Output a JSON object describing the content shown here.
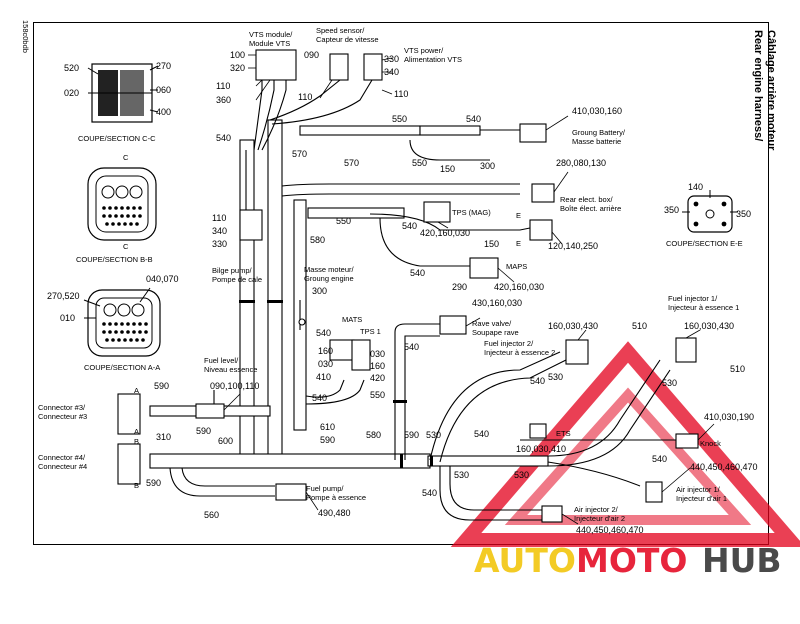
{
  "doc_id": "158c0bdb",
  "title_line1": "Rear engine harness/",
  "title_line2": "Câblage arrière moteur",
  "sections": {
    "cc": "COUPE/SECTION C-C",
    "bb": "COUPE/SECTION B-B",
    "aa": "COUPE/SECTION A-A",
    "ee": "COUPE/SECTION E-E"
  },
  "section_letters": {
    "a": "A",
    "b": "B",
    "c": "C",
    "e": "E"
  },
  "components": {
    "vts_module": "VTS module/",
    "vts_module_fr": "Module VTS",
    "speed_sensor": "Speed sensor/",
    "speed_sensor_fr": "Capteur de vitesse",
    "vts_power": "VTS power/",
    "vts_power_fr": "Alimentation VTS",
    "ground_battery": "Groung Battery/",
    "ground_battery_fr": "Masse batterie",
    "rear_elect_box": "Rear elect. box/",
    "rear_elect_box_fr": "Boîte élect. arrière",
    "tps_mag": "TPS (MAG)",
    "maps": "MAPS",
    "bilge_pump": "Bilge pump/",
    "bilge_pump_fr": "Pompe de cale",
    "ground_engine": "Masse moteur/",
    "ground_engine_fr": "Groung engine",
    "mats": "MATS",
    "tps1": "TPS 1",
    "rave_valve": "Rave valve/",
    "rave_valve_fr": "Soupape rave",
    "fuel_injector1": "Fuel injector 1/",
    "fuel_injector1_fr": "Injecteur à essence 1",
    "fuel_injector2": "Fuel injector 2/",
    "fuel_injector2_fr": "Injecteur à essence 2",
    "fuel_level": "Fuel level/",
    "fuel_level_fr": "Niveau essence",
    "connector3": "Connector #3/",
    "connector3_fr": "Connecteur #3",
    "connector4": "Connector #4/",
    "connector4_fr": "Connecteur #4",
    "fuel_pump": "Fuel pump/",
    "fuel_pump_fr": "Pompe à essence",
    "knock": "Knock",
    "ets": "ETS",
    "air_injector1": "Air injector 1/",
    "air_injector1_fr": "Injecteur d'air 1",
    "air_injector2": "Air injector 2/",
    "air_injector2_fr": "Injecteur d'air 2"
  },
  "numbers": {
    "n520": "520",
    "n270": "270",
    "n020": "020",
    "n060": "060",
    "n400": "400",
    "n040_070": "040,070",
    "n270_520": "270,520",
    "n010": "010",
    "n100": "100",
    "n320": "320",
    "n110a": "110",
    "n360": "360",
    "n540a": "540",
    "n090": "090",
    "n110b": "110",
    "n330a": "330",
    "n340a": "340",
    "n110c": "110",
    "n550a": "550",
    "n410_030_160": "410,030,160",
    "n550b": "550",
    "n150a": "150",
    "n300a": "300",
    "n570a": "570",
    "n570b": "570",
    "n280_080_130": "280,080,130",
    "n550c": "550",
    "n540b": "540",
    "n420_160_030a": "420,160,030",
    "n150b": "150",
    "n120_140_250": "120,140,250",
    "n580a": "580",
    "n540c": "540",
    "n290": "290",
    "n420_160_030b": "420,160,030",
    "n110d": "110",
    "n340b": "340",
    "n330b": "330",
    "n300b": "300",
    "n540d": "540",
    "n160a": "160",
    "n030a": "030",
    "n410a": "410",
    "n030b": "030",
    "n160b": "160",
    "n420": "420",
    "n550d": "550",
    "n540e": "540",
    "n430_160_030": "430,160,030",
    "n540f": "540",
    "n160_030_430a": "160,030,430",
    "n510a": "510",
    "n160_030_430b": "160,030,430",
    "n510b": "510",
    "n530a": "530",
    "n540g": "540",
    "n530b": "530",
    "n590a": "590",
    "n310": "310",
    "n590b": "590",
    "n090_100_110": "090,100,110",
    "n600": "600",
    "n590c": "590",
    "n610": "610",
    "n590d": "590",
    "n580b": "580",
    "n590e": "590",
    "n530c": "530",
    "n540h": "540",
    "n410_030_190": "410,030,190",
    "n160_030_410": "160,030,410",
    "n530d": "530",
    "n530e": "530",
    "n540i": "540",
    "n440_450_460_470a": "440,450,460,470",
    "n540j": "540",
    "n560": "560",
    "n490_480": "490,480",
    "n440_450_460_470b": "440,450,460,470",
    "n140": "140",
    "n350a": "350",
    "n350b": "350"
  },
  "watermark": {
    "part1": "AUTO",
    "part2": "MOTO",
    "part3": "HUB",
    "color1": "#f2c200",
    "color2": "#e3001b",
    "color3": "#2b2b2b"
  }
}
